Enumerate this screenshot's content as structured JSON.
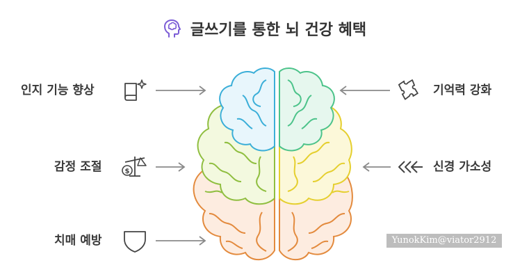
{
  "title": "글쓰기를 통한 뇌 건강 혜택",
  "left_items": [
    {
      "label": "인지 기능 향상",
      "icon": "book-sparkle-icon"
    },
    {
      "label": "감정 조절",
      "icon": "balance-scale-icon"
    },
    {
      "label": "치매 예방",
      "icon": "shield-icon"
    }
  ],
  "right_items": [
    {
      "label": "기억력 강화",
      "icon": "puzzle-icon"
    },
    {
      "label": "신경 가소성",
      "icon": "triple-chevron-icon"
    }
  ],
  "watermark": "YunokKim@viator2912",
  "colors": {
    "blue": "#3aaed8",
    "blue_fill": "#e8f6fc",
    "green": "#4cc38a",
    "green_fill": "#e6f7ee",
    "lime": "#8fbe3f",
    "lime_fill": "#f3f9df",
    "yellow": "#e5cf2e",
    "yellow_fill": "#fcf8d9",
    "orange": "#e38a3d",
    "orange_fill": "#fdece0",
    "arrow": "#8a8a8a"
  }
}
